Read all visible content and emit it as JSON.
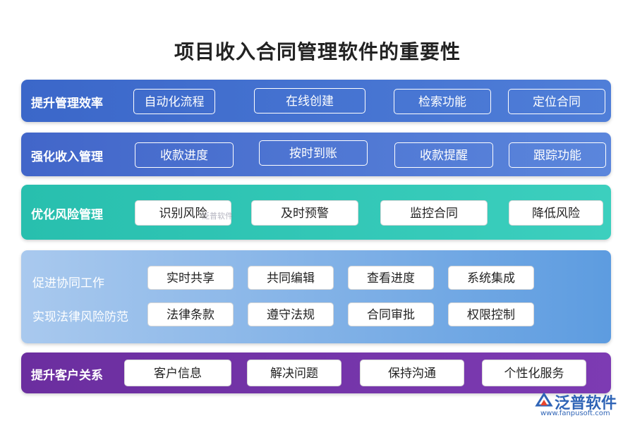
{
  "title": "项目收入合同管理软件的重要性",
  "bands": [
    {
      "label": "提升管理效率",
      "items": [
        "自动化流程",
        "在线创建",
        "检索功能",
        "定位合同"
      ]
    },
    {
      "label": "强化收入管理",
      "items": [
        "收款进度",
        "按时到账",
        "收款提醒",
        "跟踪功能"
      ]
    },
    {
      "label": "优化风险管理",
      "items": [
        "识别风险",
        "及时预警",
        "监控合同",
        "降低风险"
      ]
    },
    {
      "rows": [
        {
          "label": "促进协同工作",
          "items": [
            "实时共享",
            "共同编辑",
            "查看进度",
            "系统集成"
          ]
        },
        {
          "label": "实现法律风险防范",
          "items": [
            "法律条款",
            "遵守法规",
            "合同审批",
            "权限控制"
          ]
        }
      ]
    },
    {
      "label": "提升客户关系",
      "items": [
        "客户信息",
        "解决问题",
        "保持沟通",
        "个性化服务"
      ]
    }
  ],
  "watermark": {
    "center_text": "泛普软件"
  },
  "logo": {
    "name": "泛普软件",
    "url": "www.fanpusoft.com"
  },
  "colors": {
    "band1": "#3b67c9",
    "band2": "#4266c9",
    "band3": "#28bfae",
    "band4": "#7fb0e8",
    "band5": "#6b2e9f",
    "logo": "#2f64b6"
  }
}
